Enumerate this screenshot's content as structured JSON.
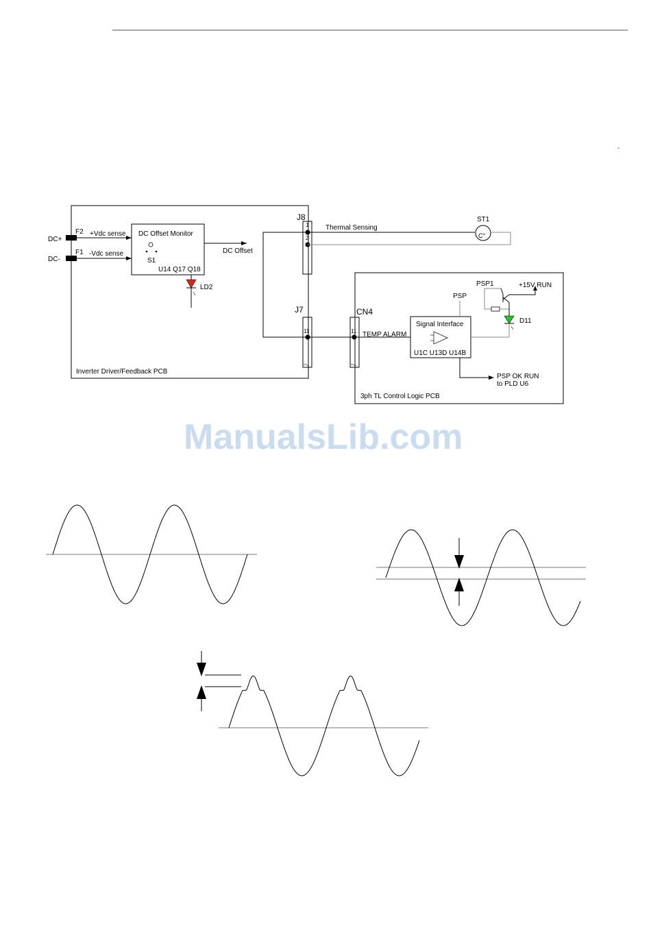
{
  "schematic": {
    "inverter_board": {
      "title": "Inverter Driver/Feedback PCB",
      "dc_plus": "DC+",
      "dc_minus": "DC-",
      "fuse_f2": "F2",
      "fuse_f1": "F1",
      "vdc_plus": "+Vdc sense",
      "vdc_minus": "-Vdc sense",
      "monitor_title": "DC Offset Monitor",
      "monitor_switch": "S1",
      "monitor_parts": "U14 Q17 Q18",
      "dc_offset": "DC Offset",
      "led_ld2": "LD2",
      "connector_j8": "J8",
      "j8_pin1": "1",
      "j8_pin2": "2",
      "connector_j7": "J7",
      "j7_pin11": "11",
      "thermal_sensing": "Thermal Sensing",
      "thermostat": "ST1",
      "thermostat_symbol": "C°"
    },
    "control_board": {
      "title": "3ph TL Control Logic PCB",
      "connector_cn4": "CN4",
      "cn4_pin11": "11",
      "temp_alarm": "TEMP ALARM",
      "interface_title": "Signal Interface",
      "interface_parts": "U1C U13D U14B",
      "psp": "PSP",
      "psp1": "PSP1",
      "plus15v": "+15V RUN",
      "led_d11": "D11",
      "psp_ok_line1": "PSP OK RUN",
      "psp_ok_line2": "to PLD U6"
    },
    "colors": {
      "led_red": "#e8201c",
      "led_green": "#22c522"
    }
  },
  "watermark": "ManualsLib.com",
  "corner_mark": "-",
  "waveforms": [
    {
      "id": "normal-sine",
      "description_visible": ""
    },
    {
      "id": "offset-sine",
      "description_visible": ""
    },
    {
      "id": "peaked-sine",
      "description_visible": ""
    }
  ]
}
